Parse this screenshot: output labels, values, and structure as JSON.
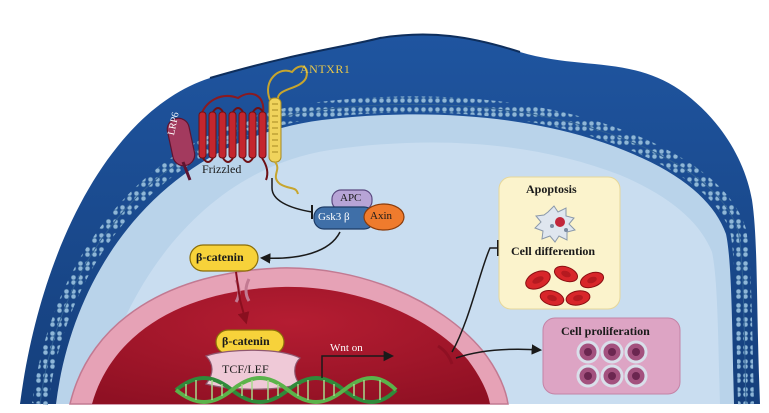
{
  "labels": {
    "antxr1": "ANTXR1",
    "lrp6": "LRP6",
    "frizzled": "Frizzled",
    "apc": "APC",
    "gsk3b": "Gsk3 β",
    "axin": "Axin",
    "beta_catenin_cyto": "β-catenin",
    "beta_catenin_nuc": "β-catenin",
    "tcf_lef": "TCF/LEF",
    "wnt_on": "Wnt on",
    "apoptosis": "Apoptosis",
    "cell_differentiation": "Cell differention",
    "cell_proliferation": "Cell proliferation"
  },
  "colors": {
    "cell_outer": "#1c4c8e",
    "cell_outer_dark": "#123a73",
    "membrane": "#6f9fc8",
    "cytoplasm": "#b9d3ea",
    "cytoplasm_light": "#cfe0f1",
    "nucleus_envelope": "#e6a2b6",
    "nucleus": "#a5162a",
    "frizzled": "#c4262e",
    "antxr1": "#e0c24a",
    "lrp6": "#a33a5e",
    "apc": "#b7a4d6",
    "gsk3b": "#3f6fa8",
    "axin": "#ef7b2d",
    "beta_catenin": "#f7d23a",
    "tcf_lef": "#efc9d7",
    "apoptosis_box": "#fbf3cc",
    "proliferation_box": "#dda4c4",
    "rbc": "#d8262a",
    "prolif_cell": "#a3517e"
  },
  "icons": [
    "apoptotic-cell-icon",
    "red-blood-cell-icon",
    "proliferating-cell-icon",
    "dna-helix-icon"
  ]
}
